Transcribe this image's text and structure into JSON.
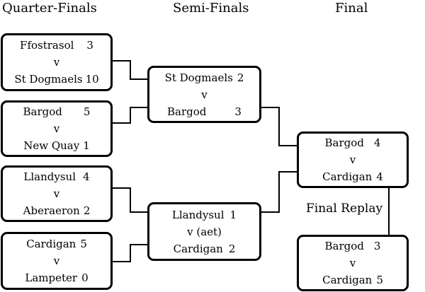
{
  "headings": {
    "quarter_finals": "Quarter-Finals",
    "semi_finals": "Semi-Finals",
    "final": "Final"
  },
  "matches": {
    "qf1": {
      "team1": "Ffostrasol",
      "score1": "3",
      "vs": "v",
      "team2": "St Dogmaels",
      "score2": "10"
    },
    "qf2": {
      "team1": "Bargod",
      "score1": "5",
      "vs": "v",
      "team2": "New Quay",
      "score2": "1"
    },
    "qf3": {
      "team1": "Llandysul",
      "score1": "4",
      "vs": "v",
      "team2": "Aberaeron",
      "score2": "2"
    },
    "qf4": {
      "team1": "Cardigan",
      "score1": "5",
      "vs": "v",
      "team2": "Lampeter",
      "score2": "0"
    },
    "sf1": {
      "team1": "St Dogmaels",
      "score1": "2",
      "vs": "v",
      "team2": "Bargod",
      "score2": "3"
    },
    "sf2": {
      "team1": "Llandysul",
      "score1": "1",
      "vs": "v (aet)",
      "team2": "Cardigan",
      "score2": "2"
    },
    "final": {
      "team1": "Bargod",
      "score1": "4",
      "vs": "v",
      "team2": "Cardigan",
      "score2": "4"
    },
    "replay": {
      "team1": "Bargod",
      "score1": "3",
      "vs": "v",
      "team2": "Cardigan",
      "score2": "5"
    }
  },
  "replay_label": "Final Replay"
}
